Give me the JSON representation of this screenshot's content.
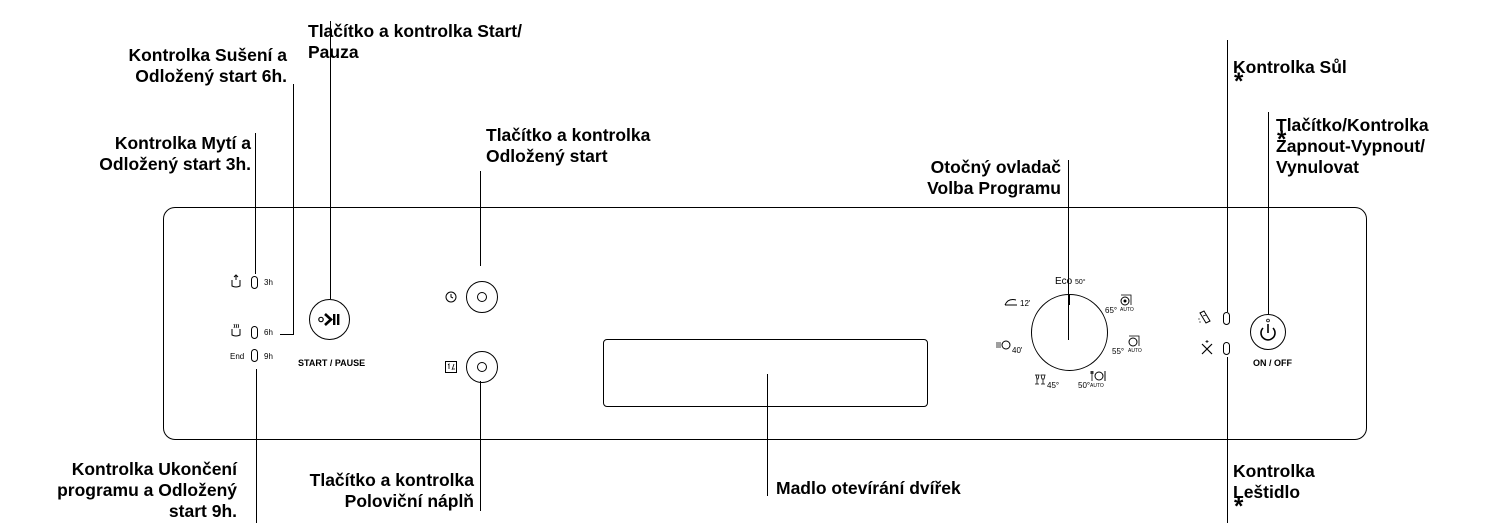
{
  "callouts": {
    "start_pause": {
      "line1": "Tlačítko a kontrolka Start/",
      "line2": "Pauza"
    },
    "drying": {
      "line1": "Kontrolka Sušení a",
      "line2": "Odložený start 6h."
    },
    "washing": {
      "line1": "Kontrolka Mytí a",
      "line2": "Odložený start 3h."
    },
    "end": {
      "line1": "Kontrolka Ukončení",
      "line2": "programu a Odložený",
      "line3": "start 9h."
    },
    "delay": {
      "line1": "Tlačítko a kontrolka",
      "line2": "Odložený start"
    },
    "half_load": {
      "line1": "Tlačítko a kontrolka",
      "line2": "Poloviční náplň"
    },
    "handle": {
      "line1": "Madlo otevírání dvířek"
    },
    "program_dial": {
      "line1": "Otočný ovladač",
      "line2": "Volba Programu"
    },
    "salt": {
      "line1": "Kontrolka Sůl",
      "asterisk": "*"
    },
    "onoff": {
      "line1": "Tlačítko/Kontrolka",
      "line2": "Zapnout-Vypnout/",
      "line3": "Vynulovat",
      "asterisk": "*"
    },
    "rinse": {
      "line1": "Kontrolka",
      "line2": "Leštidlo",
      "asterisk": "*"
    }
  },
  "panel": {
    "indicators": {
      "wash_hours": "3h",
      "dry_hours": "6h",
      "end_label": "End",
      "end_hours": "9h"
    },
    "start_pause_label": "START / PAUSE",
    "onoff_label": "ON / OFF",
    "dial": {
      "eco": "Eco",
      "eco_temp": "50°",
      "p_12": "12'",
      "p_40": "40'",
      "p_45": "45°",
      "p_50": "50°",
      "p_55": "55°",
      "p_65": "65°",
      "auto": "AUTO"
    }
  },
  "icons": [
    "wash-icon",
    "dry-icon",
    "delay-icon",
    "half-load-icon",
    "play-pause-icon",
    "power-icon",
    "salt-icon",
    "rinse-aid-icon"
  ]
}
